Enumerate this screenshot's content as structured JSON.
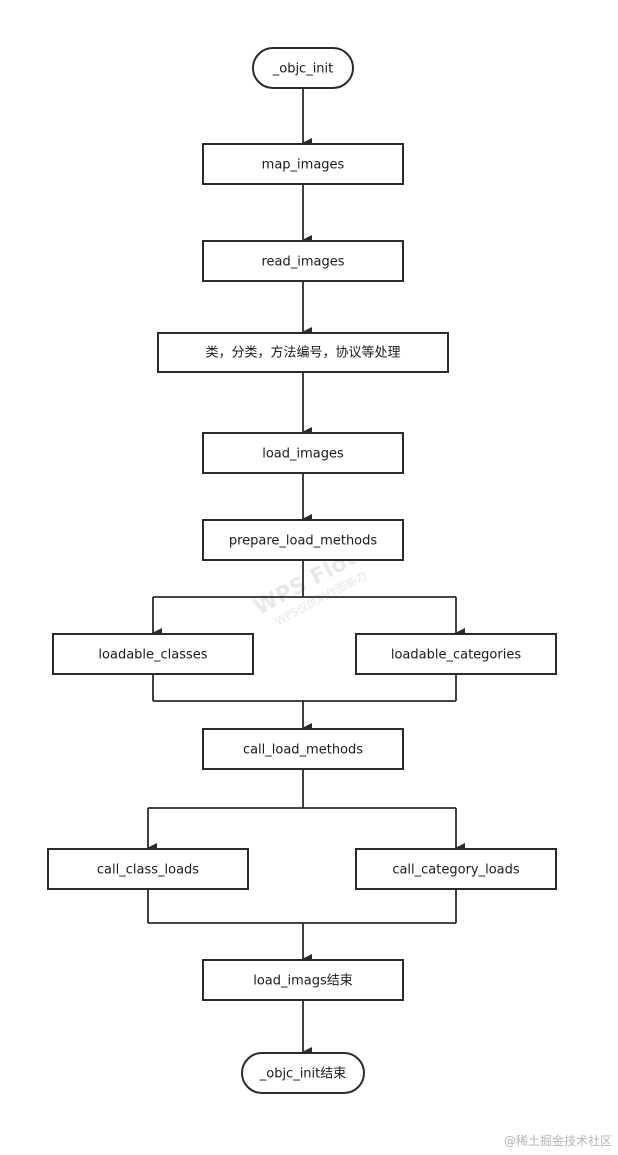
{
  "nodes": {
    "objc_init": "_objc_init",
    "map_images": "map_images",
    "read_images": "read_images",
    "read_images_process": "类，分类，方法编号，协议等处理",
    "load_images": "load_images",
    "prepare_load_methods": "prepare_load_methods",
    "loadable_classes": "loadable_classes",
    "loadable_categories": "loadable_categories",
    "call_load_methods": "call_load_methods",
    "call_class_loads": "call_class_loads",
    "call_category_loads": "call_category_loads",
    "load_images_end": "load_imags结束",
    "objc_init_end": "_objc_init结束"
  },
  "watermark": {
    "line1": "WPS Flow",
    "line2": "WPS仅供制作图能力"
  },
  "credit": "@稀土掘金技术社区"
}
